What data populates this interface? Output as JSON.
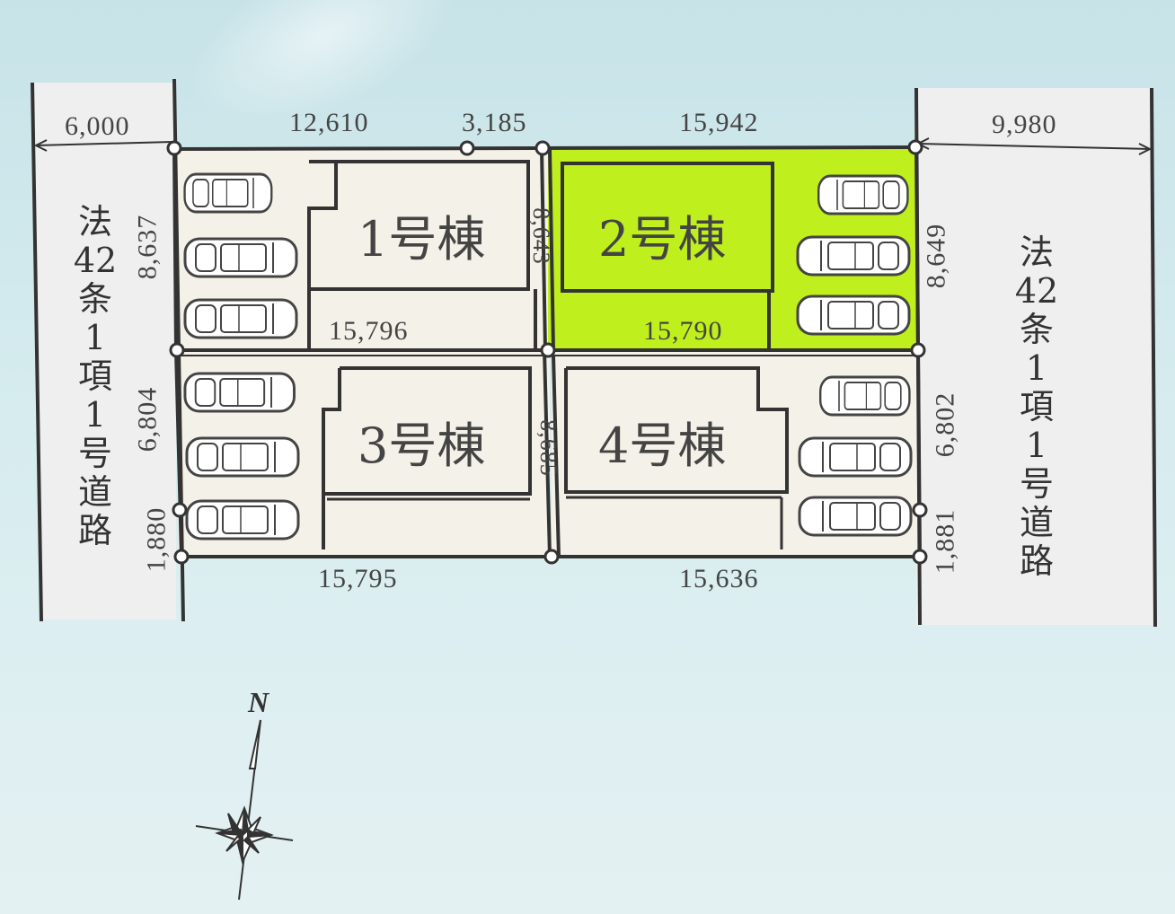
{
  "roads": {
    "west_label": "法42条1項1号道路",
    "east_label": "法42条1項1号道路",
    "west_width": "6,000",
    "east_width": "9,980"
  },
  "dimensions": {
    "top_left": "12,610",
    "top_middle": "3,185",
    "top_right": "15,942",
    "lot1_bottom": "15,796",
    "lot2_bottom": "15,790",
    "bottom_left": "15,795",
    "bottom_right": "15,636",
    "left_upper": "8,637",
    "left_middle": "6,804",
    "left_lower": "1,880",
    "right_upper": "8,649",
    "right_middle": "6,802",
    "right_lower": "1,881",
    "center_upper": "8,643",
    "center_lower": "8,685"
  },
  "buildings": {
    "b1": "1号棟",
    "b2": "2号棟",
    "b3": "3号棟",
    "b4": "4号棟"
  },
  "compass": {
    "north": "N"
  },
  "colors": {
    "highlight_lot": "#bfef1c",
    "lot": "#f4f1e8",
    "road": "#efefef"
  }
}
